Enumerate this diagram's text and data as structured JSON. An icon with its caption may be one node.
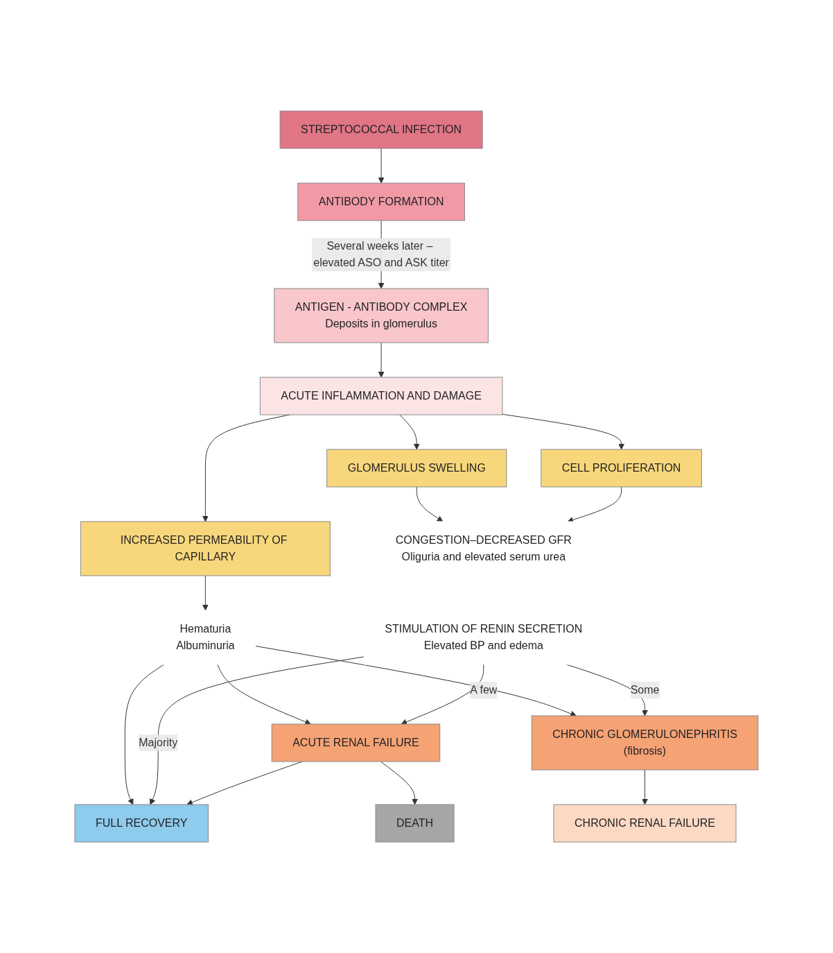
{
  "diagram": {
    "nodes": [
      {
        "text": [
          "STREPTOCOCCAL INFECTION"
        ]
      },
      {
        "text": [
          "ANTIBODY FORMATION"
        ]
      },
      {
        "text": [
          "ANTIGEN - ANTIBODY COMPLEX",
          "Deposits in glomerulus"
        ]
      },
      {
        "text": [
          "ACUTE  INFLAMMATION AND DAMAGE"
        ]
      },
      {
        "text": [
          "INCREASED PERMEABILITY OF CAPILLARY"
        ]
      },
      {
        "text": [
          "GLOMERULUS SWELLING"
        ]
      },
      {
        "text": [
          "CELL PROLIFERATION"
        ]
      },
      {
        "text": [
          "Hematuria",
          "Albuminuria"
        ]
      },
      {
        "text": [
          "CONGESTION–DECREASED GFR",
          "Oliguria and elevated serum urea"
        ]
      },
      {
        "text": [
          "STIMULATION OF RENIN SECRETION",
          "Elevated BP and edema"
        ]
      },
      {
        "text": [
          "FULL RECOVERY"
        ]
      },
      {
        "text": [
          "ACUTE RENAL FAILURE"
        ]
      },
      {
        "text": [
          "CHRONIC GLOMERULONEPHRITIS",
          "(fibrosis)"
        ]
      },
      {
        "text": [
          "DEATH"
        ]
      },
      {
        "text": [
          "CHRONIC RENAL FAILURE"
        ]
      }
    ],
    "edges": [
      {
        "from": 0,
        "to": 1,
        "arrow": "to"
      },
      {
        "from": 1,
        "to": 2,
        "arrow": "to",
        "label": "Several weeks later – elevated ASO and ASK titer"
      },
      {
        "from": 2,
        "to": 3,
        "arrow": "to"
      },
      {
        "from": 3,
        "to": 4,
        "arrow": "to"
      },
      {
        "from": 3,
        "to": 5,
        "arrow": "to"
      },
      {
        "from": 3,
        "to": 6,
        "arrow": "to"
      },
      {
        "from": 4,
        "to": 7,
        "arrow": "to"
      },
      {
        "from": 5,
        "to": 8,
        "arrow": "to"
      },
      {
        "from": 6,
        "to": 8,
        "arrow": "to"
      },
      {
        "from": 7,
        "to": 10,
        "arrow": "to"
      },
      {
        "from": 7,
        "to": 11,
        "arrow": "to"
      },
      {
        "from": 7,
        "to": 12,
        "arrow": "to"
      },
      {
        "from": 9,
        "to": 10,
        "arrow": "to",
        "label": "Majority"
      },
      {
        "from": 9,
        "to": 11,
        "arrow": "to",
        "label": "A few"
      },
      {
        "from": 9,
        "to": 12,
        "arrow": "to",
        "label": "Some"
      },
      {
        "from": 11,
        "to": 10,
        "arrow": "to"
      },
      {
        "from": 11,
        "to": 13,
        "arrow": "to"
      },
      {
        "from": 12,
        "to": 14,
        "arrow": "to"
      }
    ]
  }
}
